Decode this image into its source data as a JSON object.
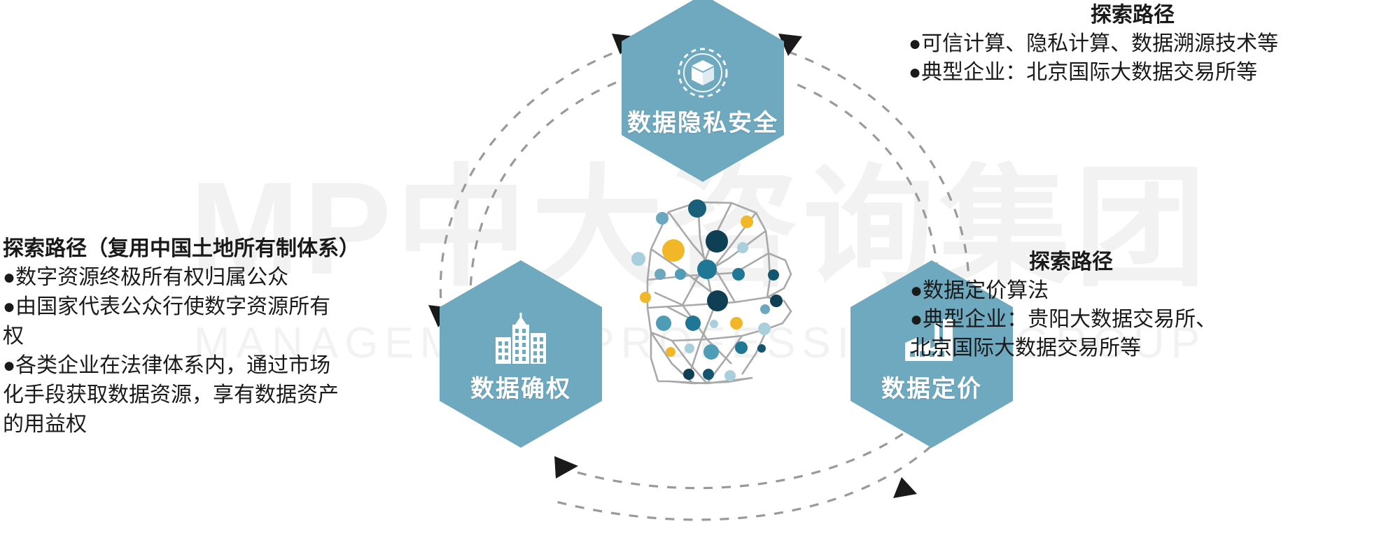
{
  "watermark": {
    "main_text": "MP中大咨询集团",
    "sub_text": "MANAGEMENT PROFESSIONAL GROUP"
  },
  "theme": {
    "hex_fill": "#6ea9c0",
    "node_dark": "#10495f",
    "node_mid": "#1f7695",
    "node_light": "#a9cfdd",
    "node_yellow": "#f2b728",
    "edge_gray": "#9a9a9a",
    "arrow_black": "#1a1a1a",
    "text_black": "#1a1a1a",
    "watermark_gray": "#f2f2f2"
  },
  "nodes": [
    {
      "id": "privacy",
      "label": "数据隐私安全",
      "icon": "cube-security-icon"
    },
    {
      "id": "rights",
      "label": "数据确权",
      "icon": "city-buildings-icon"
    },
    {
      "id": "pricing",
      "label": "数据定价",
      "icon": "factory-icon"
    }
  ],
  "center": {
    "graphic": "brain-network-icon"
  },
  "notes": {
    "privacy": {
      "title": "探索路径",
      "lines": [
        "●可信计算、隐私计算、数据溯源技术等",
        "●典型企业：北京国际大数据交易所等"
      ]
    },
    "rights": {
      "title": "探索路径（复用中国土地所有制体系）",
      "lines": [
        "●数字资源终极所有权归属公众",
        "●由国家代表公众行使数字资源所有",
        "权",
        "●各类企业在法律体系内，通过市场",
        "化手段获取数据资源，享有数据资产",
        "的用益权"
      ]
    },
    "pricing": {
      "title": "探索路径",
      "lines": [
        "●数据定价算法",
        "●典型企业：贵阳大数据交易所、",
        "北京国际大数据交易所等"
      ]
    }
  },
  "chart_data": {
    "type": "diagram",
    "title": "数据要素探索路径",
    "layout": "triangular-cycle",
    "nodes": [
      "数据隐私安全",
      "数据确权",
      "数据定价"
    ],
    "edges": [
      {
        "from": "数据确权",
        "to": "数据隐私安全",
        "style": "dashed-arc"
      },
      {
        "from": "数据隐私安全",
        "to": "数据定价",
        "style": "dashed-arc"
      },
      {
        "from": "数据定价",
        "to": "数据确权",
        "style": "dashed-arc"
      },
      {
        "from": "数据隐私安全",
        "to": "数据确权",
        "style": "dashed-arc"
      },
      {
        "from": "数据定价",
        "to": "数据隐私安全",
        "style": "dashed-arc"
      },
      {
        "from": "数据确权",
        "to": "数据定价",
        "style": "dashed-arc"
      }
    ]
  }
}
